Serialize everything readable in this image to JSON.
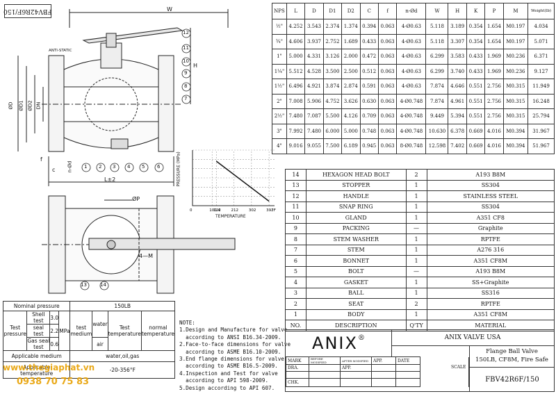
{
  "doc_code_top": "FBV42R6F/150",
  "drawing_labels": {
    "W": "W",
    "H": "H",
    "anti_static": "ANTI-STATIC",
    "D": "ØD",
    "D1": "ØD1",
    "D2": "ØD2",
    "DN": "DN",
    "f": "f",
    "c": "c",
    "nd": "n-Ød",
    "L": "L±2",
    "P": "ØP",
    "M": "4—M",
    "balloons_side": [
      "12",
      "11",
      "10",
      "9",
      "8",
      "7"
    ],
    "balloons_bottom": [
      "1",
      "2",
      "3",
      "4",
      "5",
      "6"
    ],
    "balloons_lower": [
      "13",
      "14"
    ]
  },
  "dimension_table": {
    "headers": [
      "NPS",
      "L",
      "D",
      "D1",
      "D2",
      "C",
      "f",
      "n-Ød",
      "W",
      "H",
      "K",
      "P",
      "M",
      "Weight(lb)"
    ],
    "rows": [
      [
        "½\"",
        "4.252",
        "3.543",
        "2.374",
        "1.374",
        "0.394",
        "0.063",
        "4-Ø0.63",
        "5.118",
        "3.189",
        "0.354",
        "1.654",
        "M0.197",
        "4.034"
      ],
      [
        "¾\"",
        "4.606",
        "3.937",
        "2.752",
        "1.689",
        "0.433",
        "0.063",
        "4-Ø0.63",
        "5.118",
        "3.307",
        "0.354",
        "1.654",
        "M0.197",
        "5.071"
      ],
      [
        "1\"",
        "5.000",
        "4.331",
        "3.126",
        "2.000",
        "0.472",
        "0.063",
        "4-Ø0.63",
        "6.299",
        "3.583",
        "0.433",
        "1.969",
        "M0.236",
        "6.371"
      ],
      [
        "1¼\"",
        "5.512",
        "4.528",
        "3.500",
        "2.500",
        "0.512",
        "0.063",
        "4-Ø0.63",
        "6.299",
        "3.740",
        "0.433",
        "1.969",
        "M0.236",
        "9.127"
      ],
      [
        "1½\"",
        "6.496",
        "4.921",
        "3.874",
        "2.874",
        "0.591",
        "0.063",
        "4-Ø0.63",
        "7.874",
        "4.646",
        "0.551",
        "2.756",
        "M0.315",
        "11.949"
      ],
      [
        "2\"",
        "7.008",
        "5.906",
        "4.752",
        "3.626",
        "0.630",
        "0.063",
        "4-Ø0.748",
        "7.874",
        "4.961",
        "0.551",
        "2.756",
        "M0.315",
        "16.248"
      ],
      [
        "2½\"",
        "7.480",
        "7.087",
        "5.500",
        "4.126",
        "0.709",
        "0.063",
        "4-Ø0.748",
        "9.449",
        "5.394",
        "0.551",
        "2.756",
        "M0.315",
        "25.794"
      ],
      [
        "3\"",
        "7.992",
        "7.480",
        "6.000",
        "5.000",
        "0.748",
        "0.063",
        "4-Ø0.748",
        "10.630",
        "6.378",
        "0.669",
        "4.016",
        "M0.394",
        "31.967"
      ],
      [
        "4\"",
        "9.016",
        "9.055",
        "7.500",
        "6.189",
        "0.945",
        "0.063",
        "8-Ø0.748",
        "12.598",
        "7.402",
        "0.669",
        "4.016",
        "M0.394",
        "51.967"
      ]
    ]
  },
  "chart_data": {
    "type": "line",
    "xlabel": "TEMPERATURE",
    "ylabel": "PRESSURE (MPa)",
    "x_ticks": [
      "0",
      "100.4",
      "122",
      "212",
      "302",
      "392"
    ],
    "x_unit": "°F",
    "series": [
      {
        "x": [
          122,
          392
        ],
        "y": [
          4,
          0.4
        ]
      }
    ]
  },
  "parts": [
    {
      "no": "14",
      "desc": "HEXAGON HEAD BOLT",
      "qty": "2",
      "mat": "A193 B8M"
    },
    {
      "no": "13",
      "desc": "STOPPER",
      "qty": "1",
      "mat": "SS304"
    },
    {
      "no": "12",
      "desc": "HANDLE",
      "qty": "1",
      "mat": "STAINLESS STEEL"
    },
    {
      "no": "11",
      "desc": "SNAP RING",
      "qty": "1",
      "mat": "SS304"
    },
    {
      "no": "10",
      "desc": "GLAND",
      "qty": "1",
      "mat": "A351 CF8"
    },
    {
      "no": "9",
      "desc": "PACKING",
      "qty": "—",
      "mat": "Graphite"
    },
    {
      "no": "8",
      "desc": "STEM WASHER",
      "qty": "1",
      "mat": "RPTFE"
    },
    {
      "no": "7",
      "desc": "STEM",
      "qty": "1",
      "mat": "A276 316"
    },
    {
      "no": "6",
      "desc": "BONNET",
      "qty": "1",
      "mat": "A351 CF8M"
    },
    {
      "no": "5",
      "desc": "BOLT",
      "qty": "—",
      "mat": "A193 B8M"
    },
    {
      "no": "4",
      "desc": "GASKET",
      "qty": "1",
      "mat": "SS+Graphite"
    },
    {
      "no": "3",
      "desc": "BALL",
      "qty": "1",
      "mat": "SS316"
    },
    {
      "no": "2",
      "desc": "SEAT",
      "qty": "2",
      "mat": "RPTFE"
    },
    {
      "no": "1",
      "desc": "BODY",
      "qty": "1",
      "mat": "A351 CF8M"
    }
  ],
  "parts_header": {
    "no": "NO.",
    "desc": "DESCRIPTION",
    "qty": "Q'TY",
    "mat": "MATERIAL"
  },
  "pressure_table": {
    "nominal_label": "Nominal pressure",
    "nominal_value": "150LB",
    "test_pressure": "Test\npressure",
    "shell_test": "Shell test",
    "shell_val": "3.0",
    "seal_test": "seal test",
    "seal_val": "2.2",
    "gas_seal": "Gas seal\ntest",
    "gas_val": "0.6",
    "unit": "MPa",
    "test_medium": "test\nmedium",
    "water": "water",
    "air": "air",
    "test_temp": "Test\ntemperature",
    "normal_temp": "normal\ntemperature",
    "applicable_medium": "Applicable medium",
    "medium_val": "water,oil,gas",
    "applicable_temp": "Applicable\ntemperature",
    "temp_val": "-20-356°F"
  },
  "watermark": {
    "site": "www.thegiaphat.vn",
    "phone": "0938 70 75 83"
  },
  "notes": "NOTE:\n1.Design and Manufacture for valve\n  according to ANSI B16.34-2009.\n2.Face-to-face dimensions for valve\n  according to ASME B16.10-2009.\n3.End flange dimensions for valve\n  according to ASME B16.5-2009.\n4.Inspection and Test for valve\n  according to API 598-2009.\n5.Design according to API 607.",
  "title_block": {
    "logo": "ANIX",
    "reg": "®",
    "company": "ANIX VALVE USA",
    "title_line1": "Flange Ball Valve",
    "title_line2": "150LB, CF8M, Fire Safe",
    "mark": "MARK",
    "before": "BEFORE MODIFIED",
    "after": "AFTER MODIFIED",
    "app": "APP.",
    "date": "DATE",
    "dra": "DRA.",
    "chk": "CHK.",
    "appr": "APP.",
    "scale": "SCALE",
    "doc_no": "FBV42R6F/150"
  }
}
